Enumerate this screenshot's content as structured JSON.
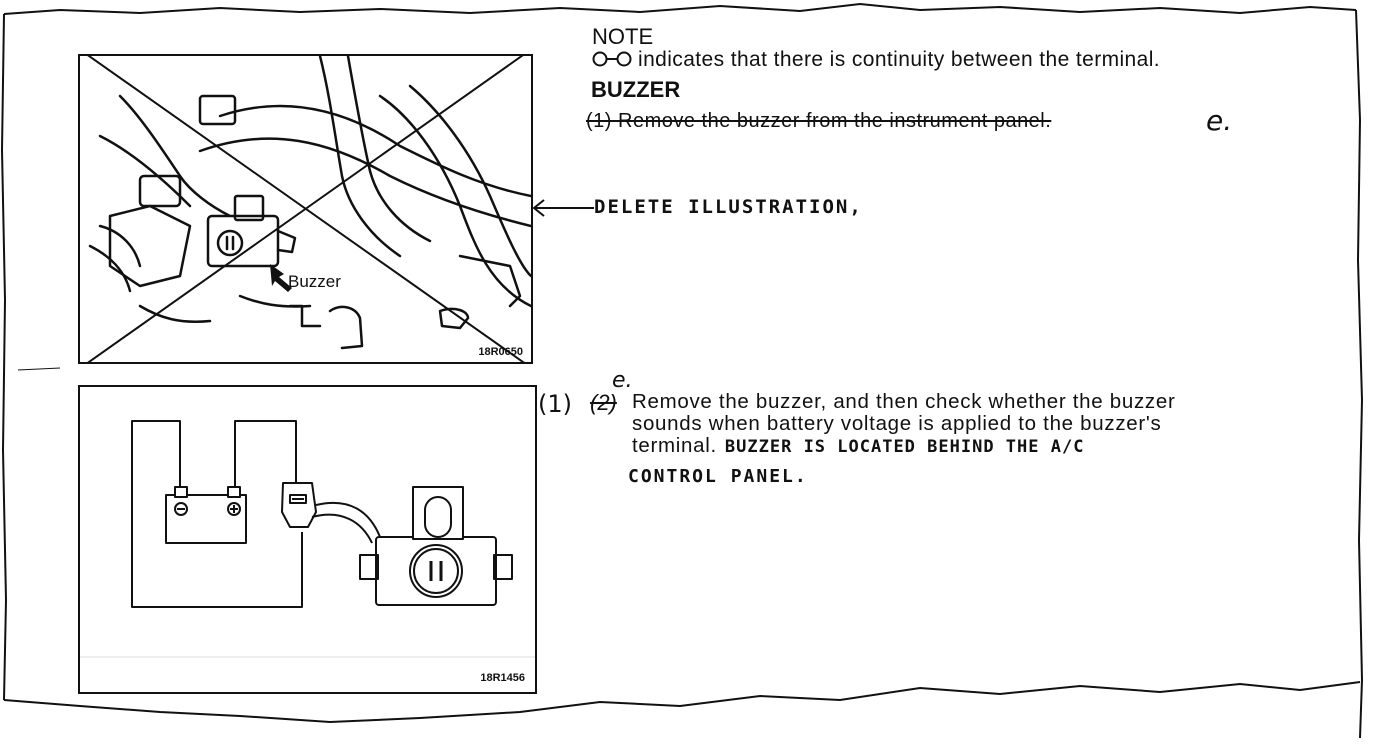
{
  "note": {
    "heading": "NOTE",
    "symbol_icon": "continuity-symbol-icon",
    "text": "indicates that there is continuity between the terminal."
  },
  "section": {
    "heading": "BUZZER"
  },
  "step1": {
    "deleted_text": "(1) Remove the buzzer from the instrument panel.",
    "edit_mark": "e."
  },
  "annotation": {
    "delete_illustration": "DELETE ILLUSTRATION,"
  },
  "figure1": {
    "callout": "Buzzer",
    "code": "18R0650"
  },
  "figure2": {
    "code": "18R1456"
  },
  "step2": {
    "new_number": "(1)",
    "old_number": "(2)",
    "edit_mark": "e.",
    "line1": "Remove the buzzer, and then check whether the buzzer",
    "line2": "sounds when battery voltage is applied to the buzzer's",
    "line3": "terminal.",
    "handwritten_1": "BUZZER IS LOCATED BEHIND THE A/C",
    "handwritten_2": "CONTROL PANEL."
  }
}
